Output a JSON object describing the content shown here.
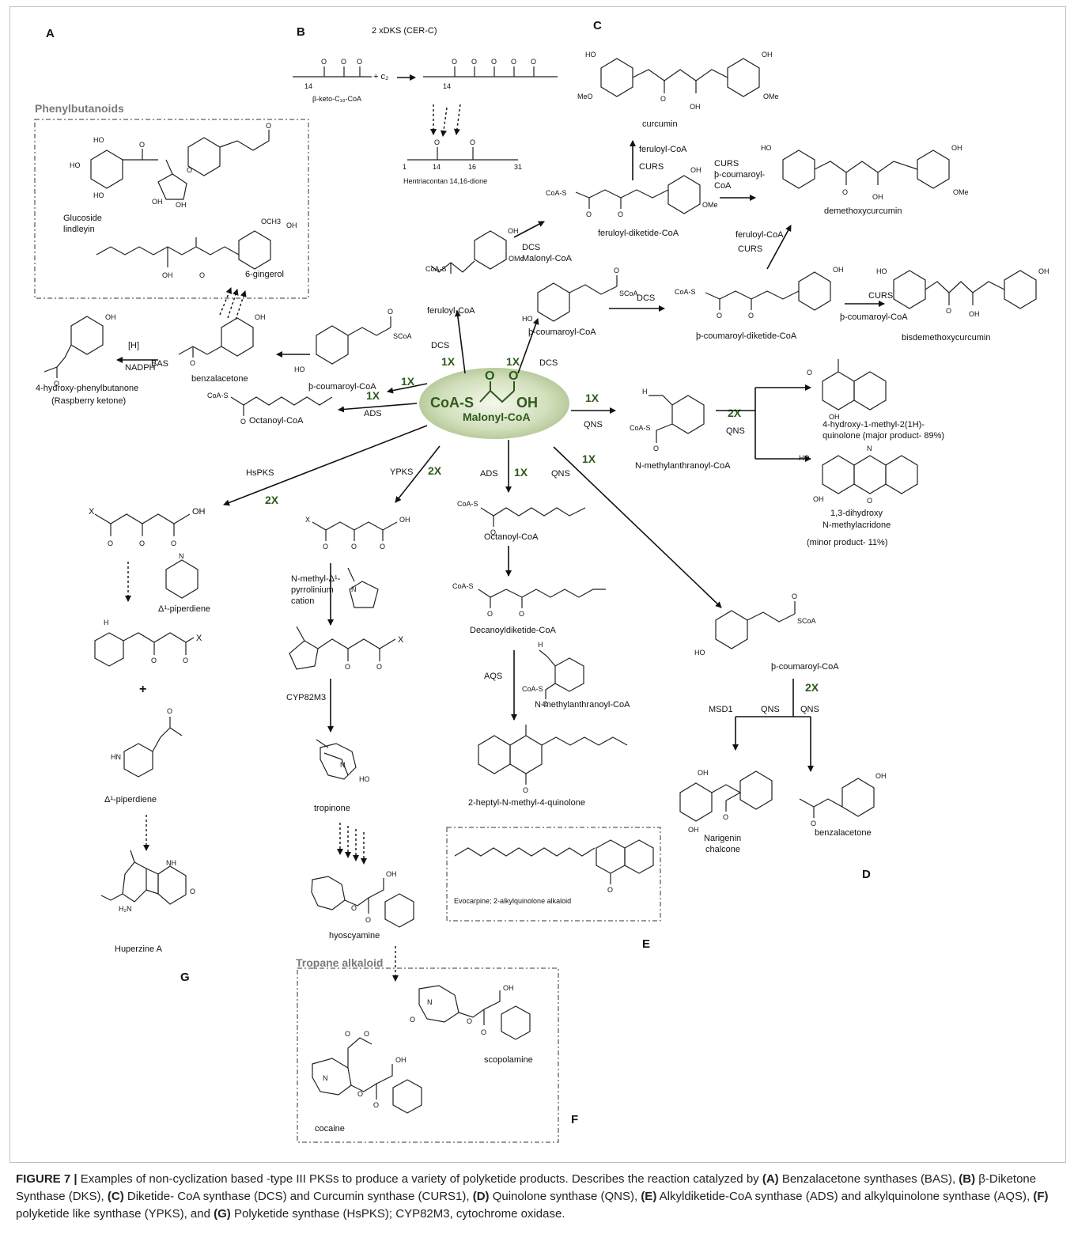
{
  "panels": {
    "A": "A",
    "B": "B",
    "C": "C",
    "D": "D",
    "E": "E",
    "F": "F",
    "G": "G"
  },
  "center": {
    "formula": "CoA-S",
    "oh": "OH",
    "o1": "O",
    "o2": "O",
    "name": "Malonyl-CoA"
  },
  "boxes": {
    "phenylbutanoids": "Phenylbutanoids",
    "tropane": "Tropane alkaloid"
  },
  "multipliers": {
    "m1": "1X",
    "m2": "1X",
    "m3": "1X",
    "m4": "1X",
    "m5": "1X",
    "m6": "1X",
    "m7": "1X",
    "m8": "2X",
    "m9": "2X",
    "m10": "2X",
    "m11": "2X"
  },
  "enzymes": {
    "dks": "2 xDKS (CER-C)",
    "dcs1": "DCS",
    "dcs2": "DCS",
    "dcs3": "DCS",
    "dcs_malonyl": "Malonyl-CoA",
    "curs1": "CURS",
    "curs2": "CURS",
    "curs3": "CURS",
    "curs4": "CURS",
    "bas": "BAS",
    "h": "[H]",
    "nadph": "NADPH",
    "ads1": "ADS",
    "ads2": "ADS",
    "qns1": "QNS",
    "qns2": "QNS",
    "qns3": "QNS",
    "qns4": "QNS",
    "qns5": "QNS",
    "hspks": "HsPKS",
    "ypks": "YPKS",
    "aqs": "AQS",
    "cyp": "CYP82M3",
    "msd1": "MSD1",
    "feruloyl_coa_a": "feruloyl-CoA",
    "feruloyl_coa_b": "feruloyl-CoA",
    "pcoum_coa_a": "þ-coumaroyl-",
    "pcoum_coa_b": "CoA",
    "pcoum_coa_c": "þ-coumaroyl-CoA"
  },
  "compounds": {
    "beta_keto": "β-keto-C₁₈-CoA",
    "c2": "+ c₂",
    "hentriacontan": "Hentriacontan 14,16-dione",
    "curcumin": "curcumin",
    "demethoxy": "demethoxycurcumin",
    "bisdemethoxy": "bisdemethoxycurcumin",
    "feruloyl_diketide": "feruloyl-diketide-CoA",
    "feruloyl_coa": "feruloyl-CoA",
    "pcoumaroyl_coa_1": "þ-coumaroyl-CoA",
    "pcoumaroyl_diketide": "þ-coumaroyl-diketide-CoA",
    "pcoumaroyl_coa_2": "þ-coumaroyl-CoA",
    "pcoumaroyl_coa_3": "þ-coumaroyl-CoA",
    "glucoside": "Glucoside",
    "lindleyin": "lindleyin",
    "gingerol": "6-gingerol",
    "benzalacetone_1": "benzalacetone",
    "benzalacetone_2": "benzalacetone",
    "raspberry_1": "4-hydroxy-phenylbutanone",
    "raspberry_2": "(Raspberry ketone)",
    "octanoyl_1": "Octanoyl-CoA",
    "octanoyl_2": "Octanoyl-CoA",
    "decanoyl": "Decanoyldiketide-CoA",
    "nmethyl_1": "N-methylanthranoyl-CoA",
    "nmethyl_2": "N-methylanthranoyl-CoA",
    "quinolone_1": "4-hydroxy-1-methyl-2(1H)-",
    "quinolone_2": "quinolone (major product- 89%)",
    "acridone_1": "1,3-dihydroxy",
    "acridone_2": "N-methylacridone",
    "acridone_3": "(minor product- 11%)",
    "heptyl": "2-heptyl-N-methyl-4-quinolone",
    "evocarpine": "Evocarpine; 2-alkylquinolone alkaloid",
    "naringenin_1": "Narigenin",
    "naringenin_2": "chalcone",
    "piperdiene_1": "Δ¹-piperdiene",
    "piperdiene_2": "Δ¹-piperdiene",
    "huperzine": "Huperzine A",
    "nmethyl_pyrr_1": "N-methyl-Δ¹-",
    "nmethyl_pyrr_2": "pyrrolinium",
    "nmethyl_pyrr_3": "cation",
    "tropinone": "tropinone",
    "hyoscyamine": "hyoscyamine",
    "scopolamine": "scopolamine",
    "cocaine": "cocaine"
  },
  "atoms": {
    "oh": "OH",
    "ho": "HO",
    "meo": "MeO",
    "ome": "OMe",
    "o": "O",
    "x": "X",
    "nh": "NH",
    "hn": "HN",
    "h": "H",
    "h2n": "H₂N",
    "n": "N",
    "och3": "OCH3",
    "coas": "CoA-S",
    "scoa": "SCoA",
    "plus": "+",
    "c": "C",
    "n1": "1",
    "n14": "14",
    "n16": "16",
    "n31": "31"
  },
  "caption": {
    "p1": "FIGURE 7 | ",
    "p2": "Examples of non-cyclization based -type III PKSs to produce a variety of polyketide products. Describes the reaction catalyzed by ",
    "a": "(A)",
    "a_t": " Benzalacetone synthases (BAS), ",
    "b": "(B)",
    "b_t": " β-Diketone Synthase (DKS), ",
    "c": "(C)",
    "c_t": " Diketide- CoA synthase (DCS) and Curcumin synthase (CURS1), ",
    "d": "(D)",
    "d_t": " Quinolone synthase (QNS), ",
    "e": "(E)",
    "e_t": " Alkyldiketide-CoA synthase (ADS) and alkylquinolone synthase (AQS), ",
    "f": "(F)",
    "f_t": " polyketide like synthase (YPKS), and ",
    "g": "(G)",
    "g_t": " Polyketide synthase (HsPKS); CYP82M3, cytochrome oxidase."
  }
}
